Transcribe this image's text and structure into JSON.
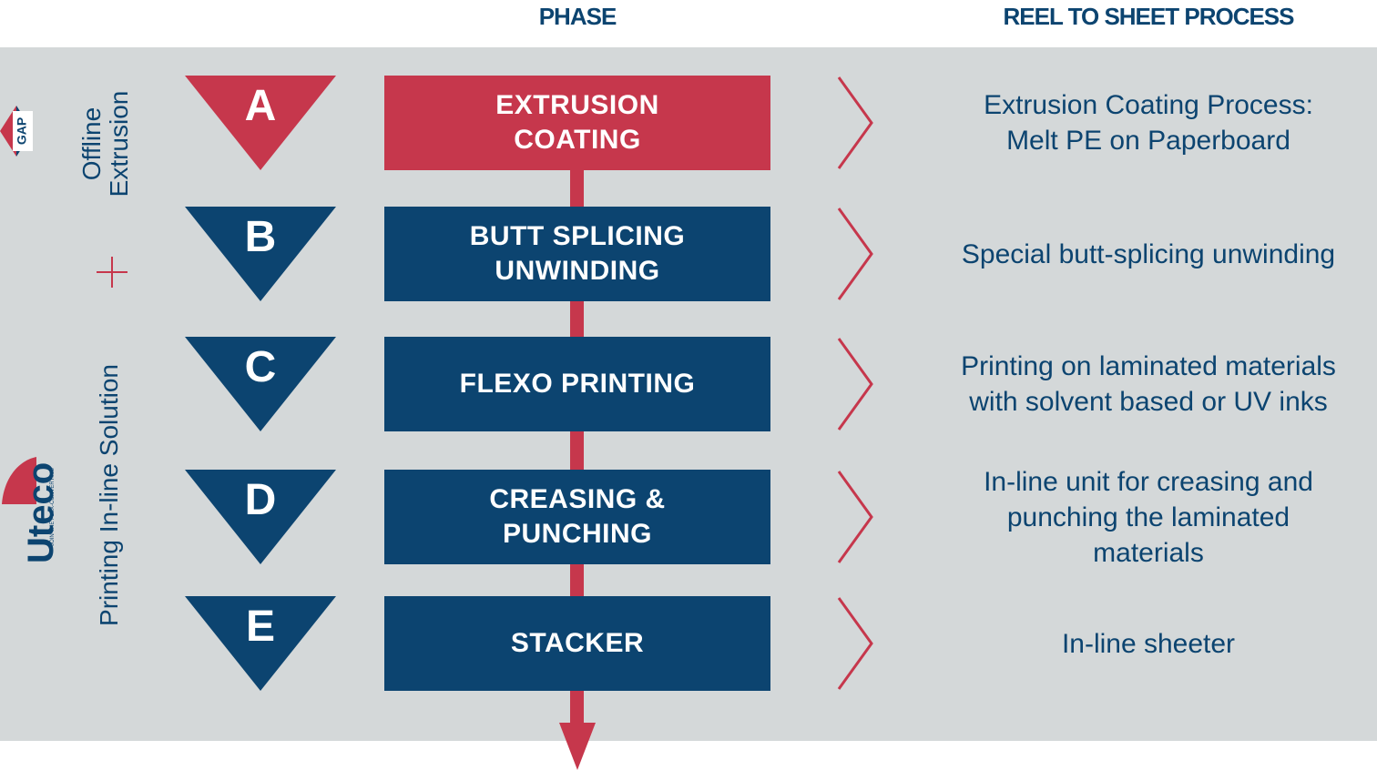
{
  "header": {
    "phase_label": "PHASE",
    "process_label": "REEL TO SHEET PROCESS"
  },
  "sidebar": {
    "offline_label": "Offline\nExtrusion",
    "plus_symbol": "+",
    "printing_label": "Printing In-line Solution",
    "gap_logo_text": "GAP",
    "uteco_logo_text": "Uteco",
    "uteco_tagline": "JOIN THE FLEX-CONVERTING"
  },
  "colors": {
    "red": "#c6374c",
    "navy": "#0c4470",
    "band": "#d4d8d9"
  },
  "steps": [
    {
      "letter": "A",
      "phase": "EXTRUSION\nCOATING",
      "description": "Extrusion Coating Process:\nMelt PE on Paperboard",
      "color": "red"
    },
    {
      "letter": "B",
      "phase": "BUTT SPLICING\nUNWINDING",
      "description": "Special butt-splicing unwinding",
      "color": "navy"
    },
    {
      "letter": "C",
      "phase": "FLEXO PRINTING",
      "description": "Printing on laminated materials\nwith solvent based or UV inks",
      "color": "navy"
    },
    {
      "letter": "D",
      "phase": "CREASING &\nPUNCHING",
      "description": "In-line unit for creasing and\npunching the laminated\nmaterials",
      "color": "navy"
    },
    {
      "letter": "E",
      "phase": "STACKER",
      "description": "In-line sheeter",
      "color": "navy"
    }
  ]
}
